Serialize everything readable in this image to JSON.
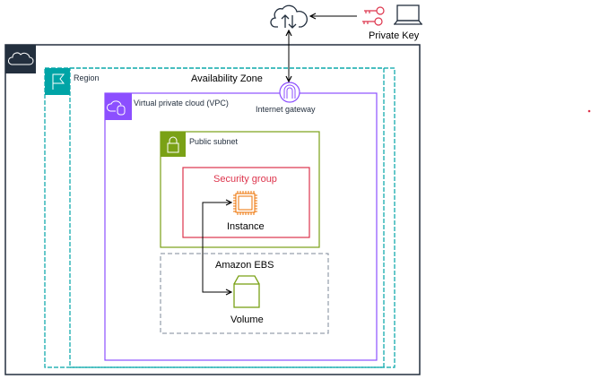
{
  "diagram": {
    "region_label": "Region",
    "az_label": "Availability Zone",
    "vpc_label": "Virtual private cloud (VPC)",
    "igw_label": "Internet gateway",
    "subnet_label": "Public subnet",
    "sg_label": "Security group",
    "instance_label": "Instance",
    "ebs_label": "Amazon EBS",
    "volume_label": "Volume",
    "key_label": "Private Key"
  },
  "colors": {
    "cloud_header": "#232f3e",
    "region": "#00a4a6",
    "vpc": "#8c4fff",
    "subnet": "#7aa116",
    "security_group": "#dd344c",
    "instance": "#ed7100",
    "key": "#dd344c"
  }
}
